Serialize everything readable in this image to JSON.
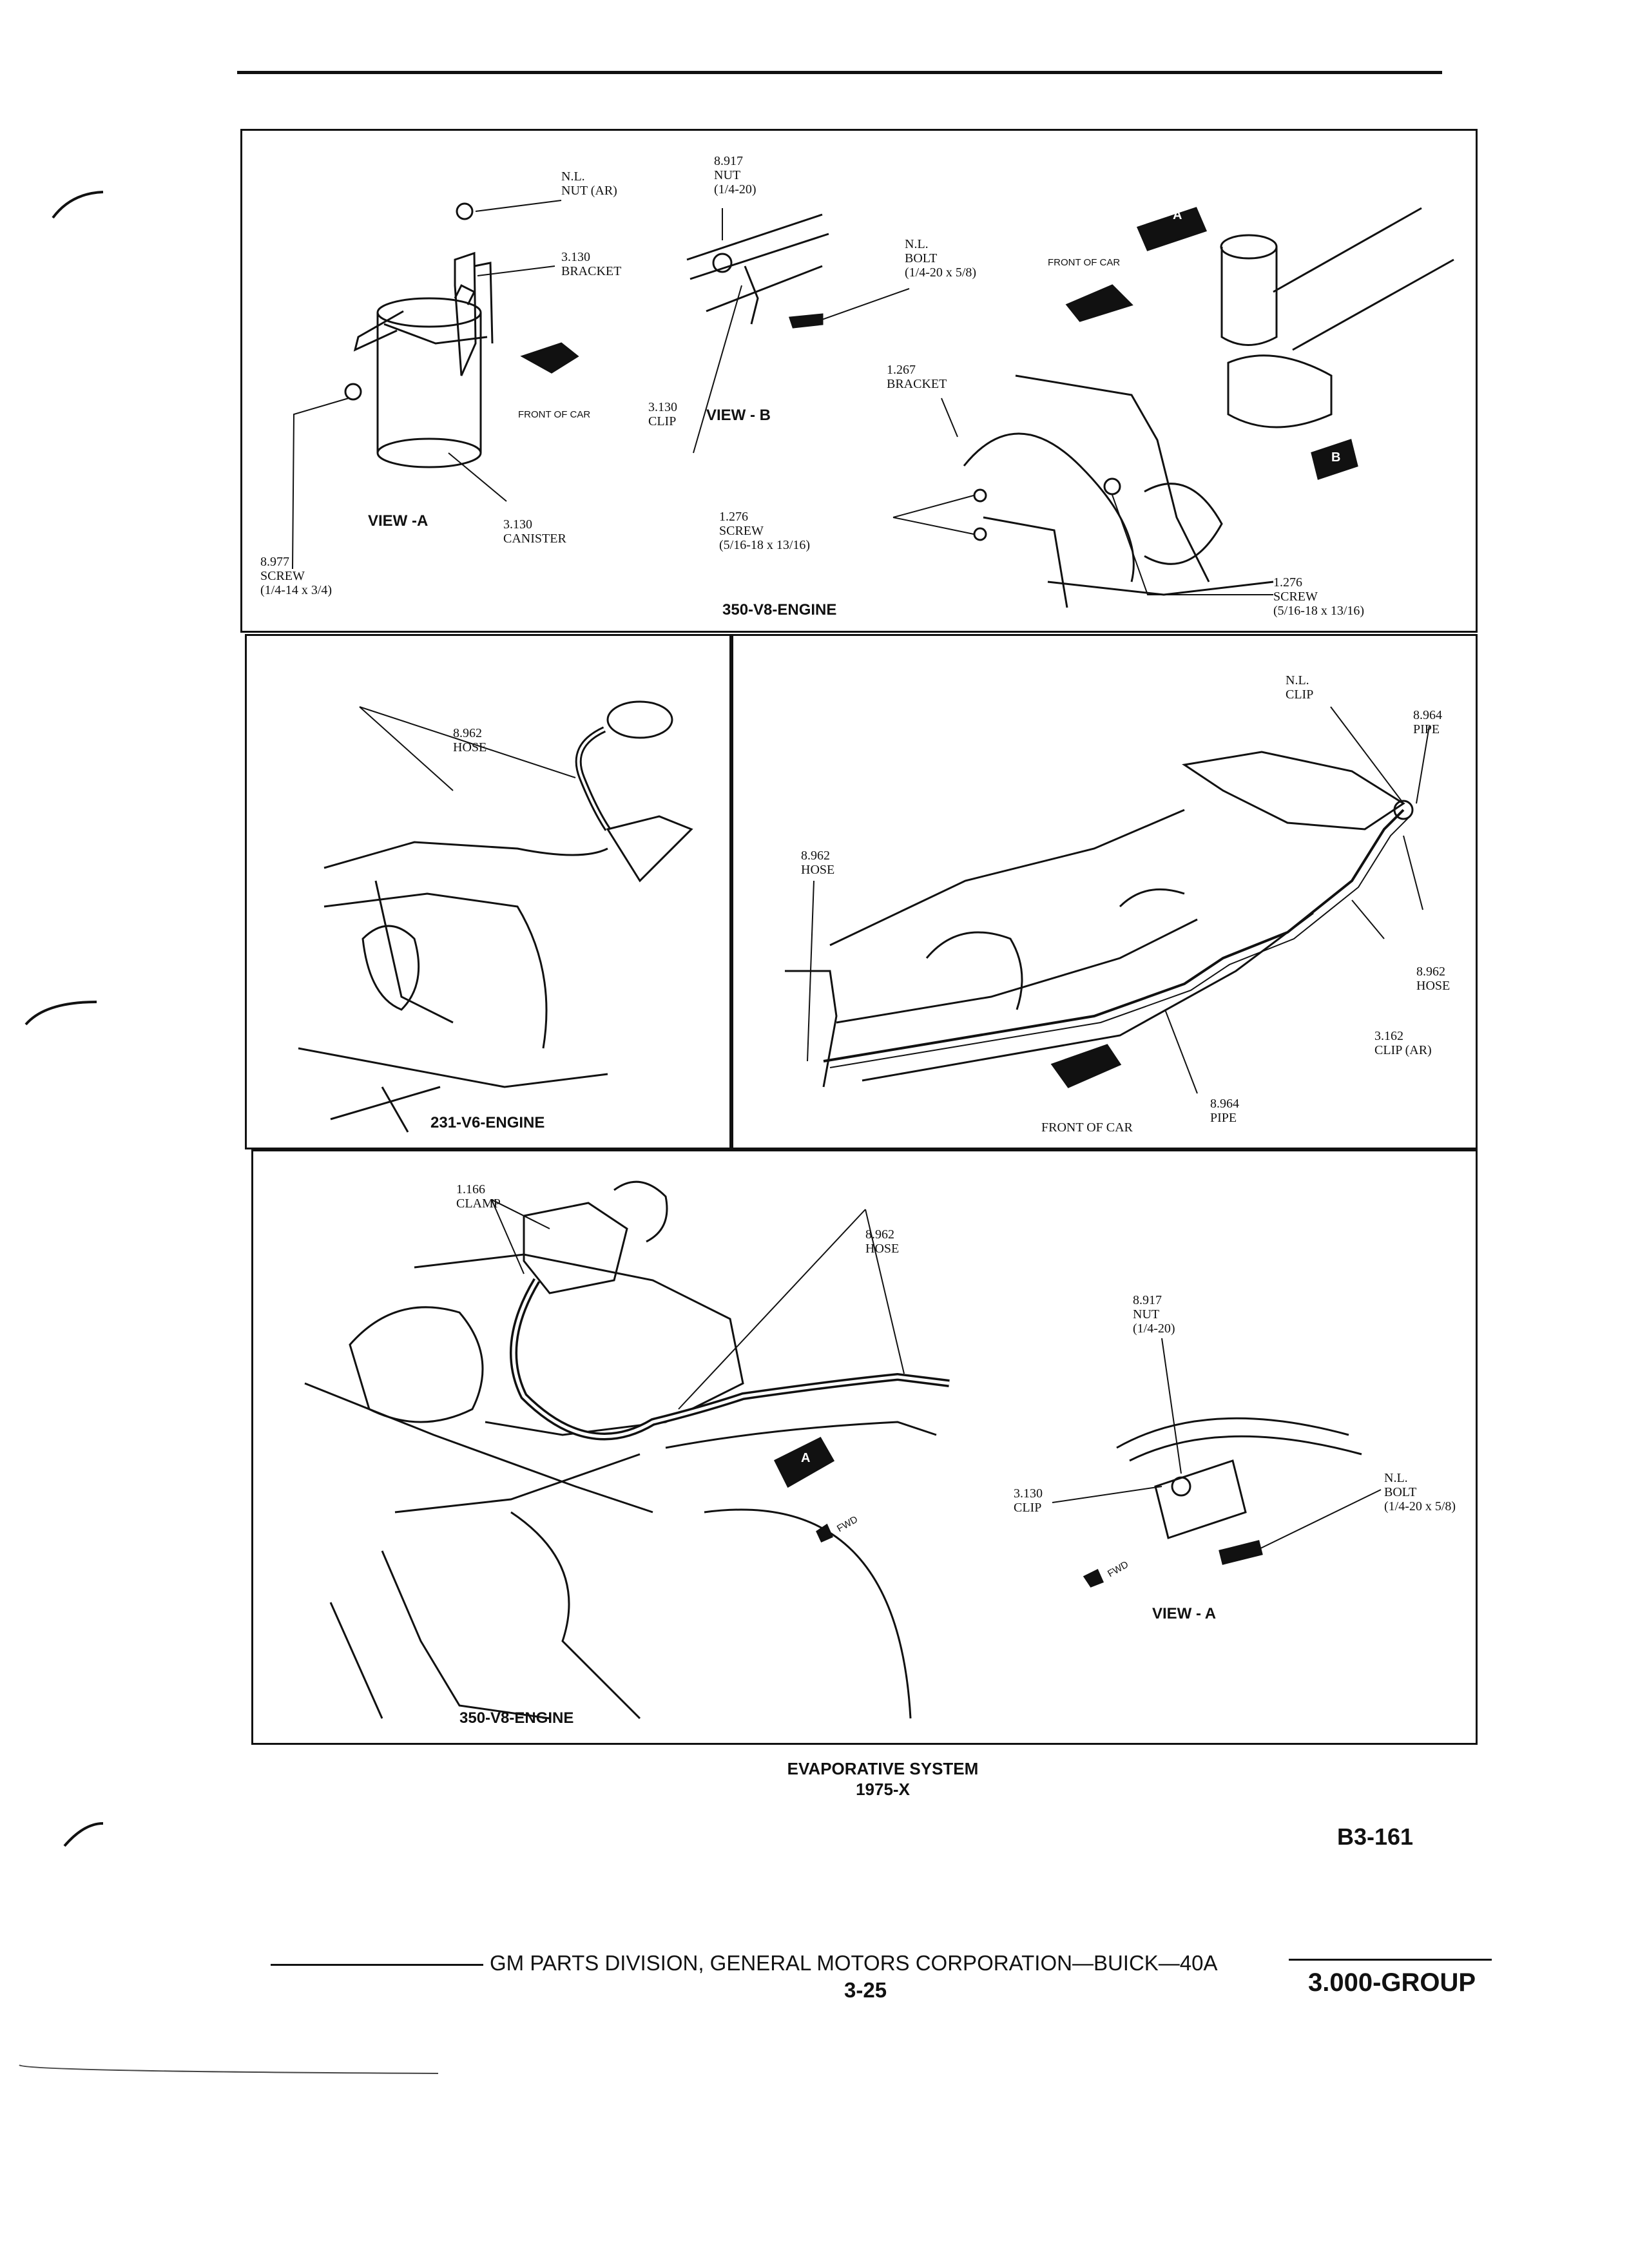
{
  "colors": {
    "ink": "#111111",
    "paper": "#ffffff"
  },
  "panel_top": {
    "nut_label": "N.L.\nNUT (AR)",
    "bracket_label": "3.130\nBRACKET",
    "front_label": "FRONT OF CAR",
    "view_a": "VIEW -A",
    "canister_label": "3.130\nCANISTER",
    "screw_a_label": "8.977\nSCREW\n(1/4-14 x 3/4)",
    "nut_b_label": "8.917\nNUT\n(1/4-20)",
    "bolt_b_label": "N.L.\nBOLT\n(1/4-20 x 5/8)",
    "clip_b_label": "3.130\nCLIP",
    "view_b": "VIEW - B",
    "front_label_2": "FRONT OF CAR",
    "bracket2_label": "1.267\nBRACKET",
    "screw1_label": "1.276\nSCREW\n(5/16-18 x 13/16)",
    "screw2_label": "1.276\nSCREW\n(5/16-18 x 13/16)",
    "arrow_a": "A",
    "arrow_b": "B",
    "engine": "350-V8-ENGINE"
  },
  "panel_mid_left": {
    "hose_label": "8.962\nHOSE",
    "engine": "231-V6-ENGINE"
  },
  "panel_mid_right": {
    "clip_label": "N.L.\nCLIP",
    "pipe_label": "8.964\nPIPE",
    "hose_label": "8.962\nHOSE",
    "hose_label_2": "8.962\nHOSE",
    "clip_ar_label": "3.162\nCLIP (AR)",
    "pipe_label_2": "8.964\nPIPE",
    "front_label": "FRONT OF CAR"
  },
  "panel_bottom": {
    "clamp_label": "1.166\nCLAMP",
    "hose_label": "8.962\nHOSE",
    "arrow_a": "A",
    "fwd": "FWD",
    "nut_label": "8.917\nNUT\n(1/4-20)",
    "clip_label": "3.130\nCLIP",
    "bolt_label": "N.L.\nBOLT\n(1/4-20 x 5/8)",
    "fwd_2": "FWD",
    "view_a": "VIEW - A",
    "engine": "350-V8-ENGINE"
  },
  "caption": {
    "title": "EVAPORATIVE SYSTEM",
    "subtitle": "1975-X",
    "code": "B3-161"
  },
  "footer": {
    "division": "GM PARTS DIVISION,  GENERAL MOTORS CORPORATION—BUICK—40A",
    "page": "3-25",
    "group": "3.000-GROUP"
  }
}
